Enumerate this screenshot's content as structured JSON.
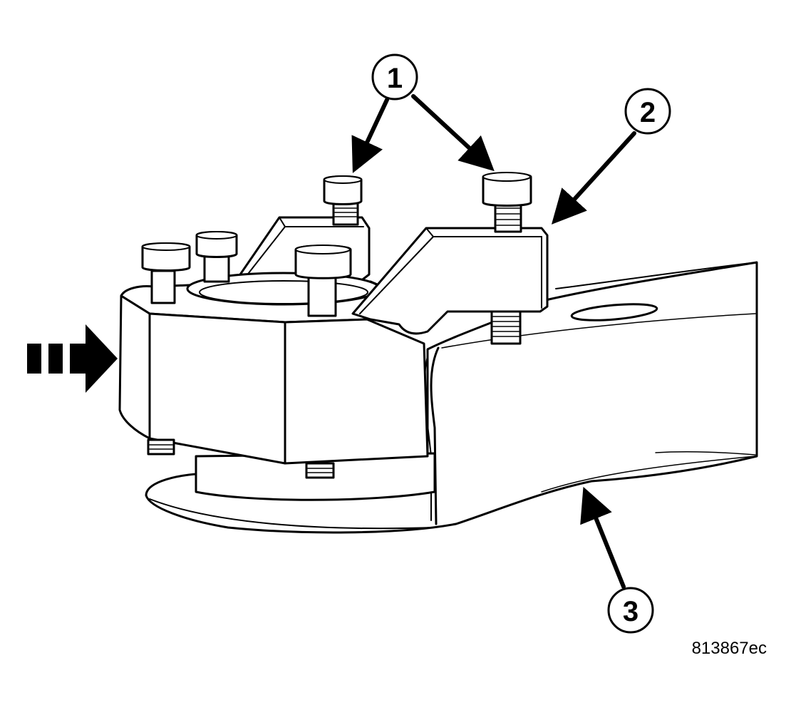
{
  "callouts": [
    {
      "label": "1"
    },
    {
      "label": "2"
    },
    {
      "label": "3"
    }
  ],
  "figure_id": "813867ec",
  "colors": {
    "line": "#000000",
    "fill": "#ffffff"
  }
}
